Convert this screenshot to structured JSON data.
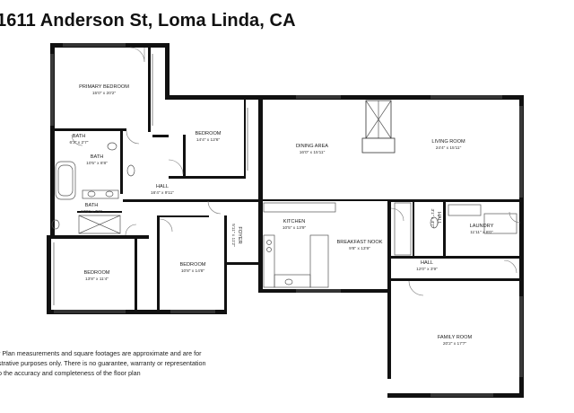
{
  "title": "1611 Anderson St, Loma Linda, CA",
  "rooms": [
    {
      "id": "primary-bedroom",
      "name": "PRIMARY BEDROOM",
      "dims": "15'0\" x 20'2\""
    },
    {
      "id": "bedroom-1",
      "name": "BEDROOM",
      "dims": "14'4\" x 12'6\""
    },
    {
      "id": "dining-area",
      "name": "DINING AREA",
      "dims": "16'0\" x 15'11\""
    },
    {
      "id": "living-room",
      "name": "LIVING ROOM",
      "dims": "24'4\" x 15'11\""
    },
    {
      "id": "bath-1",
      "name": "BATH",
      "dims": "6'3\" x 2'7\""
    },
    {
      "id": "bath-2",
      "name": "BATH",
      "dims": "10'5\" x 8'8\""
    },
    {
      "id": "hall-1",
      "name": "HALL",
      "dims": "16'4\" x 9'11\""
    },
    {
      "id": "bath-3",
      "name": "BATH",
      "dims": "10'5\" x 7'6\""
    },
    {
      "id": "kitchen",
      "name": "KITCHEN",
      "dims": "10'5\" x 13'9\""
    },
    {
      "id": "breakfast-nook",
      "name": "BREAKFAST NOOK",
      "dims": "9'8\" x 13'9\""
    },
    {
      "id": "laundry",
      "name": "LAUNDRY",
      "dims": "11'11\" x 8'0\""
    },
    {
      "id": "hall-2",
      "name": "HALL",
      "dims": "12'0\" x 3'9\""
    },
    {
      "id": "bedroom-2",
      "name": "BEDROOM",
      "dims": "13'8\" x 11'4\""
    },
    {
      "id": "bedroom-3",
      "name": "BEDROOM",
      "dims": "10'8\" x 14'8\""
    },
    {
      "id": "family-room",
      "name": "FAMILY ROOM",
      "dims": "20'2\" x 17'7\""
    }
  ],
  "rotated_labels": [
    {
      "id": "foyer",
      "name": "FOYER",
      "dims": "5'11\" x 11'2\""
    },
    {
      "id": "hall-3",
      "name": "HALL",
      "dims": "3'1\" x 4'7\""
    }
  ],
  "disclaimer": [
    "r Plan measurements and square footages are approximate and are for",
    "strative purposes only. There is no guarantee, warranty or representation",
    "o the accuracy and completeness of the floor plan"
  ]
}
